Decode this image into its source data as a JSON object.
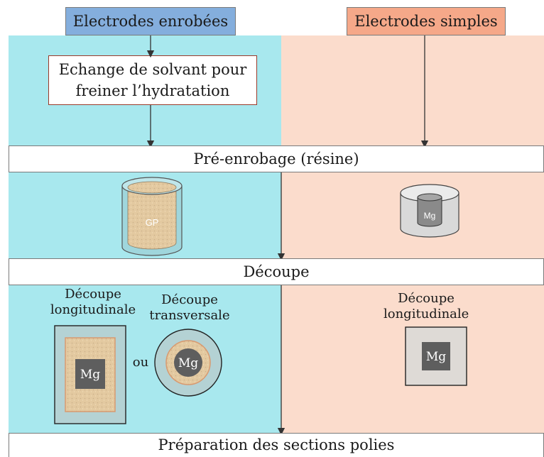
{
  "headers": {
    "left": "Electrodes enrobées",
    "right": "Electrodes simples"
  },
  "solvent_step": {
    "line1": "Echange de solvant pour",
    "line2": "freiner l’hydratation"
  },
  "bands": {
    "pre_coating": "Pré-enrobage (résine)",
    "cutting": "Découpe",
    "polishing": "Préparation des sections polies"
  },
  "left_cuts": {
    "longitudinal_line1": "Découpe",
    "longitudinal_line2": "longitudinale",
    "transverse_line1": "Découpe",
    "transverse_line2": "transversale",
    "or": "ou"
  },
  "right_cut": {
    "line1": "Découpe",
    "line2": "longitudinale"
  },
  "specimen_labels": {
    "gp": "GP",
    "mg": "Mg"
  },
  "colors": {
    "left_panel": "#a8e8ee",
    "right_panel": "#fbdccc",
    "left_header": "#84aedd",
    "right_header": "#f5a889",
    "mg_block": "#5e5e5e",
    "gp_coating": "#e3c9a0"
  }
}
